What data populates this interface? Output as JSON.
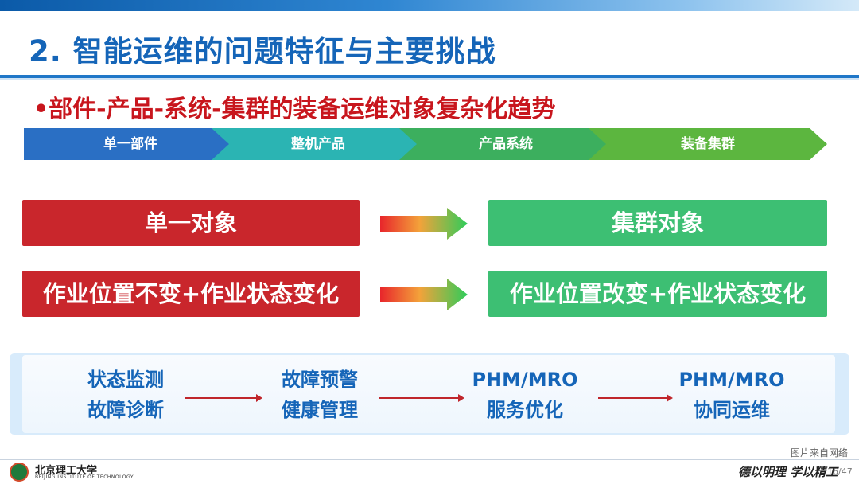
{
  "header": {
    "title": "2. 智能运维的问题特征与主要挑战",
    "subtitle": "•部件-产品-系统-集群的装备运维对象复杂化趋势"
  },
  "process_steps": [
    {
      "label": "单一部件",
      "color": "#2a6fc4"
    },
    {
      "label": "整机产品",
      "color": "#2bb4b3"
    },
    {
      "label": "产品系统",
      "color": "#3caf5e"
    },
    {
      "label": "装备集群",
      "color": "#5cb63f"
    }
  ],
  "comparison": {
    "row1_left": "单一对象",
    "row1_right": "集群对象",
    "row2_left": "作业位置不变+作业状态变化",
    "row2_right": "作业位置改变+作业状态变化"
  },
  "stages": [
    {
      "line1": "状态监测",
      "line2": "故障诊断"
    },
    {
      "line1": "故障预警",
      "line2": "健康管理"
    },
    {
      "line1": "PHM/MRO",
      "line2": "服务优化"
    },
    {
      "line1": "PHM/MRO",
      "line2": "协同运维"
    }
  ],
  "footer": {
    "source_note": "图片来自网络",
    "logo_name": "北京理工大学",
    "logo_english": "BEIJING INSTITUTE OF TECHNOLOGY",
    "motto": "德以明理 学以精工",
    "page": "16/47"
  },
  "colors": {
    "title_blue": "#1565b8",
    "accent_red": "#c9262c",
    "accent_green": "#3dbf73"
  }
}
